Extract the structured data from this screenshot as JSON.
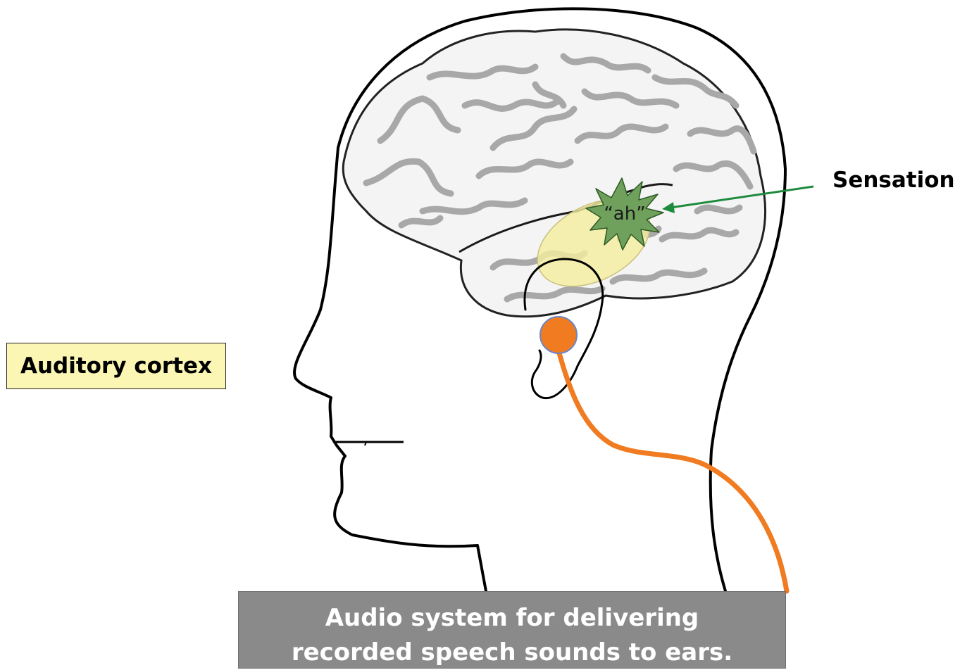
{
  "labels": {
    "auditory_cortex": "Auditory cortex",
    "sensation": "Sensation",
    "sound": "“ah”"
  },
  "audio_system": {
    "line1": "Audio system for delivering",
    "line2": "recorded speech  sounds to ears."
  },
  "colors": {
    "head_outline": "#000000",
    "brain_fold": "#a8a8a8",
    "brain_fill": "#f4f4f4",
    "cortex_highlight": "#f4eea0",
    "burst": "#6fa15c",
    "arrow": "#1e8a3c",
    "earphone": "#f07b21",
    "label_bg": "#fbf6b3",
    "audio_box_bg": "#8a8a8a"
  },
  "icons": [
    "brain-icon",
    "head-silhouette",
    "earphone-icon",
    "burst-icon",
    "arrow-icon"
  ]
}
